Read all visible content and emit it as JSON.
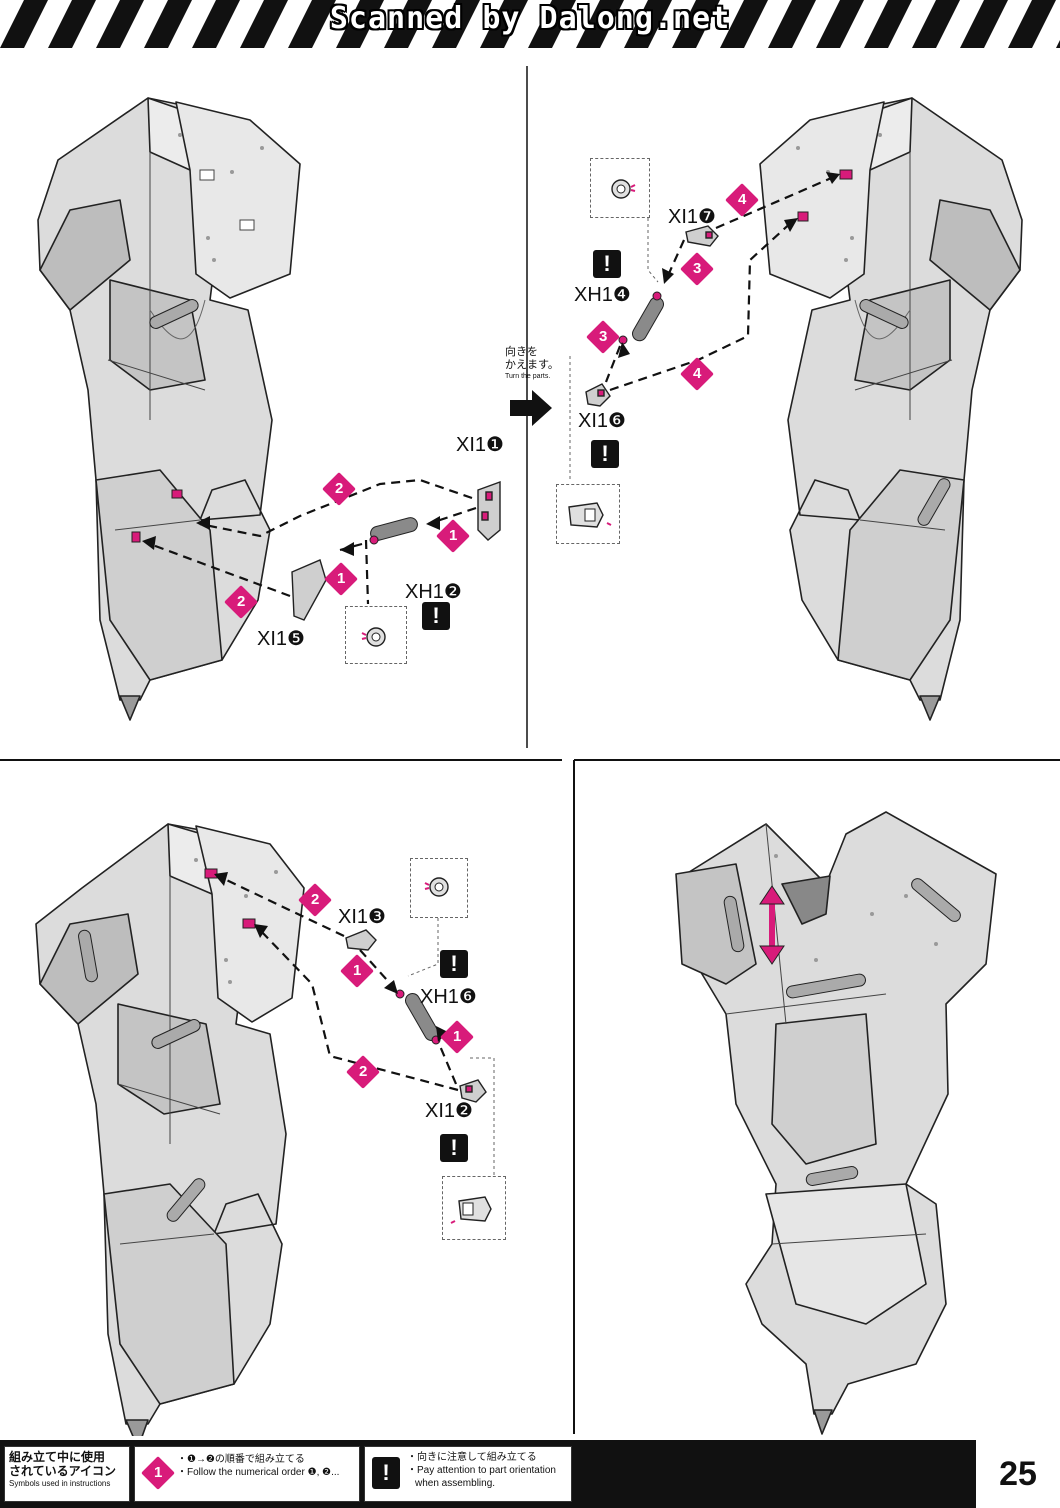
{
  "header": {
    "watermark": "Scanned by Dalong.net"
  },
  "step1": {
    "parts": [
      "XI1❶",
      "XH1❷",
      "XI1❺"
    ],
    "badges": [
      "1",
      "1",
      "2",
      "2"
    ],
    "warning": "!"
  },
  "turn_note": {
    "jp_line1": "向きを",
    "jp_line2": "かえます。",
    "en": "Turn the parts."
  },
  "step2": {
    "parts": [
      "XI1❼",
      "XH1❹",
      "XI1❻"
    ],
    "badges": [
      "4",
      "3",
      "3",
      "4"
    ],
    "warning": "!"
  },
  "step3": {
    "parts": [
      "XI1❸",
      "XH1❻",
      "XI1❷"
    ],
    "badges": [
      "2",
      "1",
      "1",
      "2"
    ],
    "warning": "!"
  },
  "footer": {
    "title_jp_1": "組み立て中に使用",
    "title_jp_2": "されているアイコン",
    "title_en": "Symbols used in instructions",
    "order_icon": "1",
    "order_jp": "・❶→❷の順番で組み立てる",
    "order_en": "・Follow the numerical order ❶, ❷...",
    "orient_icon": "!",
    "orient_jp": "・向きに注意して組み立てる",
    "orient_en_1": "・Pay attention to part orientation",
    "orient_en_2": "when assembling.",
    "page_number": "25"
  },
  "colors": {
    "accent": "#d81b7a",
    "ink": "#111111",
    "part_fill": "#d9d9d9",
    "part_dark": "#9a9a9a"
  },
  "icons": [
    "warning-icon",
    "step-badge-icon",
    "turn-arrow-icon",
    "detail-callout-icon"
  ]
}
